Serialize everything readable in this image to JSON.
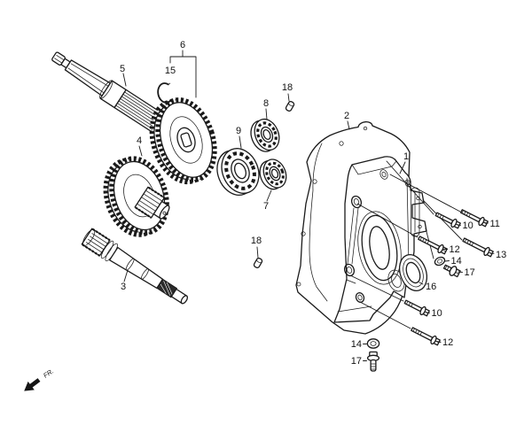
{
  "colors": {
    "background": "#ffffff",
    "line": "#1a1a1a"
  },
  "callouts": {
    "c1": "1",
    "c2": "2",
    "c3": "3",
    "c4": "4",
    "c5": "5",
    "c6": "6",
    "c7": "7",
    "c8": "8",
    "c9": "9",
    "c10": "10",
    "c11": "11",
    "c12": "12",
    "c13": "13",
    "c14": "14",
    "c15": "15",
    "c16": "16",
    "c17": "17",
    "c18": "18"
  },
  "direction": {
    "label": "FR."
  }
}
